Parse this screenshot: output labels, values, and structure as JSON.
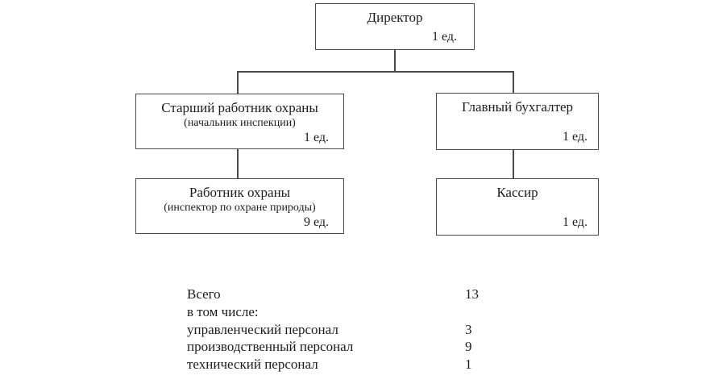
{
  "page": {
    "background_color": "#ffffff",
    "line_color": "#4a4a4a",
    "text_color": "#1c1c1c"
  },
  "org_chart": {
    "nodes": [
      {
        "id": "director",
        "title": "Директор",
        "subtitle": "",
        "count": "1 ед."
      },
      {
        "id": "senior-guard",
        "title": "Старший работник охраны",
        "subtitle": "(начальник инспекции)",
        "count": "1 ед."
      },
      {
        "id": "chief-accountant",
        "title": "Главный бухгалтер",
        "subtitle": "",
        "count": "1 ед."
      },
      {
        "id": "guard",
        "title": "Работник охраны",
        "subtitle": "(инспектор по охране природы)",
        "count": "9 ед."
      },
      {
        "id": "cashier",
        "title": "Кассир",
        "subtitle": "",
        "count": "1 ед."
      }
    ]
  },
  "summary": {
    "rows": [
      {
        "label": "Всего",
        "value": "13"
      },
      {
        "label": "в том числе:",
        "value": ""
      },
      {
        "label": "управленческий персонал",
        "value": "3"
      },
      {
        "label": "производственный персонал",
        "value": "9"
      },
      {
        "label": "технический персонал",
        "value": "1"
      }
    ]
  }
}
